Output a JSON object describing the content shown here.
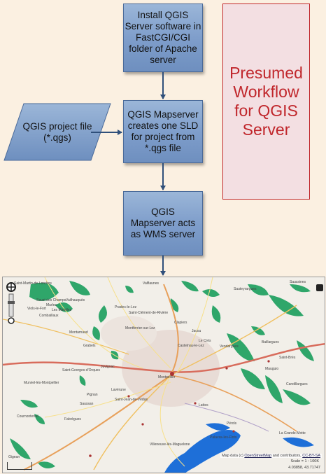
{
  "steps": {
    "install": "Install QGIS Server software in FastCGI/CGI folder of Apache server",
    "sld": "QGIS Mapserver creates one SLD for project from *.qgs file",
    "wms": "QGIS Mapserver acts as WMS server"
  },
  "input": {
    "label": "QGIS project file (*.qgs)"
  },
  "title": "Presumed Workflow for QGIS Server",
  "map": {
    "attribution_prefix": "Map data (c)",
    "attribution_link": "OpenStreetMap",
    "attribution_middle": "and contributors,",
    "attribution_license": "CC-BY-SA",
    "scale": "Scale = 1 : 100K",
    "coords": "4.03858, 43.71747",
    "places": [
      "Saint-Martin-de-Londres",
      "Valflaunes",
      "Saussines",
      "Sauteyrargues",
      "Sauzt des Champs",
      "Murles",
      "Viols-le-Fort",
      "Les Matelles",
      "Prades-le-Lez",
      "Saint-Clément-de-Rivière",
      "Combaillaux",
      "Vailhauquès",
      "Montarnaud",
      "Grabels",
      "Montferrier-sur-Lez",
      "Clapiers",
      "Jacou",
      "Castelnau-le-Lez",
      "Le Crès",
      "Vendargues",
      "Baillargues",
      "Saint-Brès",
      "Mauguio",
      "Montpellier",
      "Juvignac",
      "Saint-Georges-d'Orques",
      "Murviel-lès-Montpellier",
      "Lavérune",
      "Saint-Jean-de-Védas",
      "Pignan",
      "Saussan",
      "Fabrègues",
      "Cournonterral",
      "Villeneuve-lès-Maguelone",
      "Lattes",
      "Pérols",
      "Palavas-les-Flots",
      "Gigean",
      "Candillargues",
      "La Grande-Motte"
    ]
  }
}
